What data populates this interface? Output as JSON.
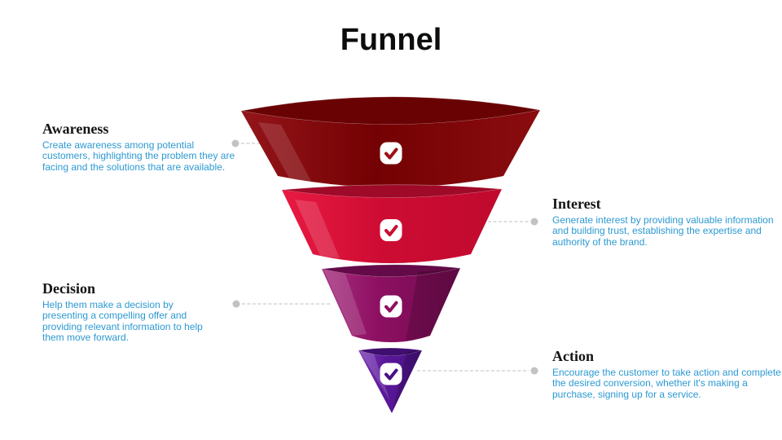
{
  "title": "Funnel",
  "colors": {
    "background": "#ffffff",
    "title_text": "#0c0e0d",
    "heading_text": "#141414",
    "body_text": "#2c99d2",
    "connector_line": "#cccccc",
    "connector_dot": "#c2c2c2",
    "badge_bg": "#ffffff"
  },
  "stages": [
    {
      "name": "Awareness",
      "side": "left",
      "description": "Create awareness among potential customers, highlighting the problem they are facing and the solutions that are available.",
      "icon": "check-icon",
      "colors": {
        "top": "#690203",
        "face_left": "#93151a",
        "face_mid": "#740103",
        "face_right": "#8a0d10",
        "check": "#9c1216"
      }
    },
    {
      "name": "Interest",
      "side": "right",
      "description": "Generate interest by providing valuable information and building trust, establishing the expertise and authority of the brand.",
      "icon": "check-icon",
      "colors": {
        "top": "#9f0a29",
        "face_left": "#e81a42",
        "face_mid": "#ce0c33",
        "face_right": "#c00a2e",
        "check": "#c60e33"
      }
    },
    {
      "name": "Decision",
      "side": "left",
      "description": "Help them make a decision by presenting a compelling offer and providing relevant information to help them move forward.",
      "icon": "check-icon",
      "colors": {
        "top": "#630a48",
        "face_left": "#a62f80",
        "face_mid": "#8e1062",
        "face_right": "#6f0b4e",
        "check": "#8e1060"
      }
    },
    {
      "name": "Action",
      "side": "right",
      "description": "Encourage the customer to take action and complete the desired conversion, whether it's making a purchase, signing up for a service.",
      "icon": "check-icon",
      "colors": {
        "top": "#3f0e6e",
        "face_left": "#7b3ab3",
        "face_mid": "#5b189b",
        "face_right": "#47107f",
        "check": "#4a1087"
      }
    }
  ]
}
